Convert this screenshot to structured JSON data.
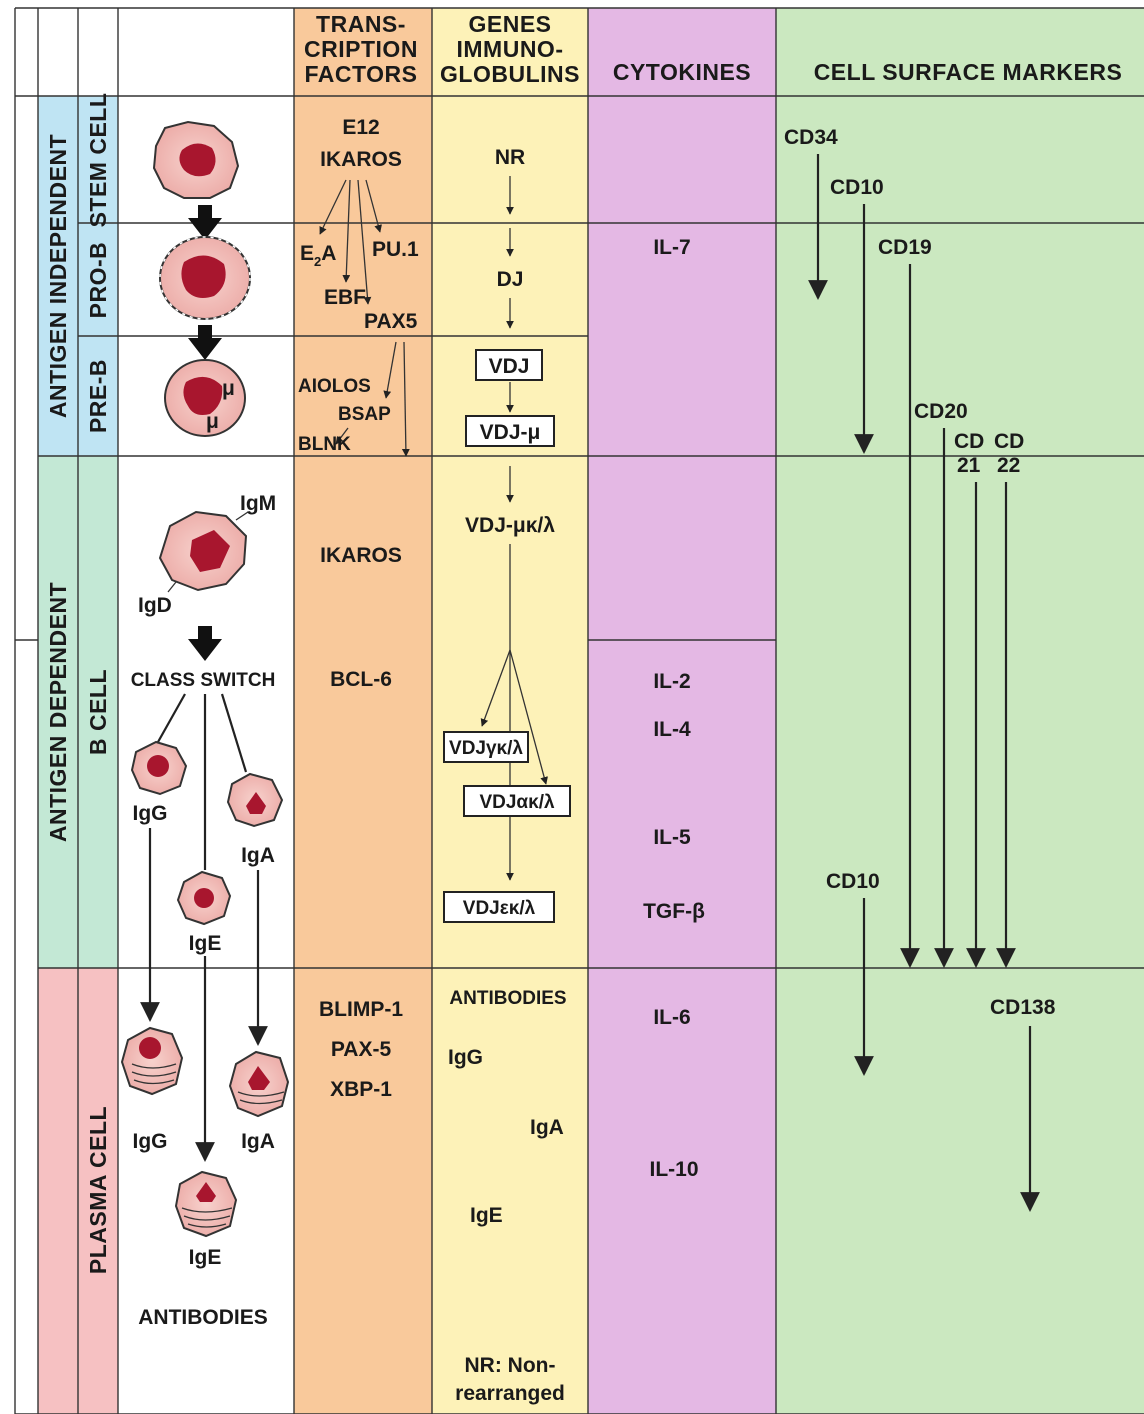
{
  "headers": {
    "transcription": [
      "TRANS-",
      "CRIPTION",
      "FACTORS"
    ],
    "genes": [
      "GENES",
      "IMMUNO-",
      "GLOBULINS"
    ],
    "cytokines": "CYTOKINES",
    "markers": "CELL SURFACE MARKERS"
  },
  "phases": {
    "antigen_independent": "ANTIGEN INDEPENDENT",
    "antigen_dependent": "ANTIGEN DEPENDENT",
    "stem_cell": "STEM CELL",
    "pro_b": "PRO-B",
    "pre_b": "PRE-B",
    "b_cell": "B CELL",
    "plasma_cell": "PLASMA CELL"
  },
  "cells": {
    "mu1": "μ",
    "mu2": "μ",
    "igm": "IgM",
    "igd": "IgD",
    "class_switch": "CLASS SWITCH",
    "igg": "IgG",
    "iga": "IgA",
    "ige": "IgE",
    "plasma_igg": "IgG",
    "plasma_iga": "IgA",
    "plasma_ige": "IgE",
    "antibodies": "ANTIBODIES"
  },
  "transcription_factors": {
    "e12": "E12",
    "ikaros": "IKAROS",
    "e2a_main": "E",
    "e2a_sub": "2",
    "e2a_tail": "A",
    "pu1": "PU.1",
    "ebf": "EBF",
    "pax5": "PAX5",
    "aiolos": "AIOLOS",
    "bsap": "BSAP",
    "blnk": "BLNK",
    "ikaros2": "IKAROS",
    "bcl6": "BCL-6",
    "blimp1": "BLIMP-1",
    "pax5b": "PAX-5",
    "xbp1": "XBP-1"
  },
  "genes": {
    "nr": "NR",
    "dj": "DJ",
    "vdj": "VDJ",
    "vdj_mu": "VDJ-μ",
    "vdj_muk": "VDJ-μκ/λ",
    "vdj_gamma": "VDJγκ/λ",
    "vdj_alpha": "VDJακ/λ",
    "vdj_eps": "VDJεκ/λ",
    "antibodies": "ANTIBODIES",
    "igg": "IgG",
    "iga": "IgA",
    "ige": "IgE",
    "note_1": "NR: Non-",
    "note_2": "rearranged"
  },
  "cytokines": {
    "il7": "IL-7",
    "il2": "IL-2",
    "il4": "IL-4",
    "il5": "IL-5",
    "tgfb": "TGF-β",
    "il6": "IL-6",
    "il10": "IL-10"
  },
  "markers": {
    "cd34": "CD34",
    "cd10": "CD10",
    "cd19": "CD19",
    "cd20": "CD20",
    "cd21_a": "CD",
    "cd21_b": "21",
    "cd22_a": "CD",
    "cd22_b": "22",
    "cd10b": "CD10",
    "cd138": "CD138"
  },
  "colors": {
    "transcription": "#f9c99b",
    "genes": "#fdf2b8",
    "cytokines": "#e4b8e4",
    "markers": "#cbe8c0",
    "antigen_independent": "#bfe4f3",
    "antigen_dependent": "#c3e8d5",
    "plasma_cell": "#f6c1c2",
    "nucleus": "#a8162e",
    "cytoplasm": "#f4c5c0"
  }
}
